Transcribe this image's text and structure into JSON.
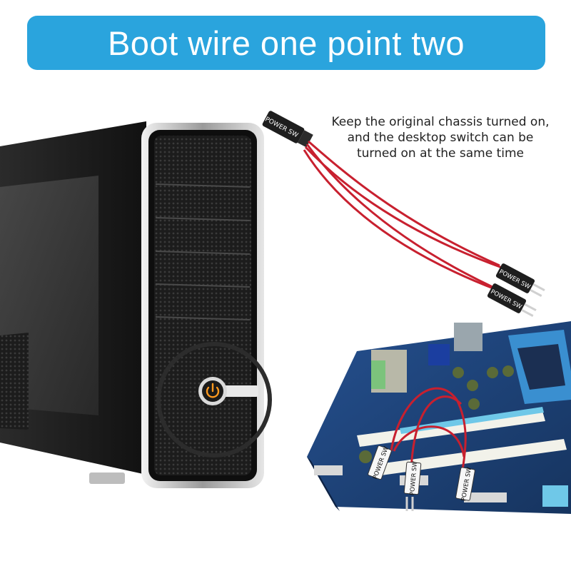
{
  "banner": {
    "title": "Boot wire one point two",
    "color": "#2aa4dd"
  },
  "caption": {
    "line1": "Keep the original chassis turned on,",
    "line2": "and the desktop switch can be",
    "line3": "turned on at the same time"
  },
  "cable": {
    "connector_label": "POWER SW",
    "wire_color": "#c8202f"
  },
  "pc_case": {
    "power_icon": "power-icon",
    "power_led_color": "#ff9a1f"
  },
  "motherboard": {
    "connector_label": "POWER SW",
    "board_color": "#1d3f7a"
  }
}
